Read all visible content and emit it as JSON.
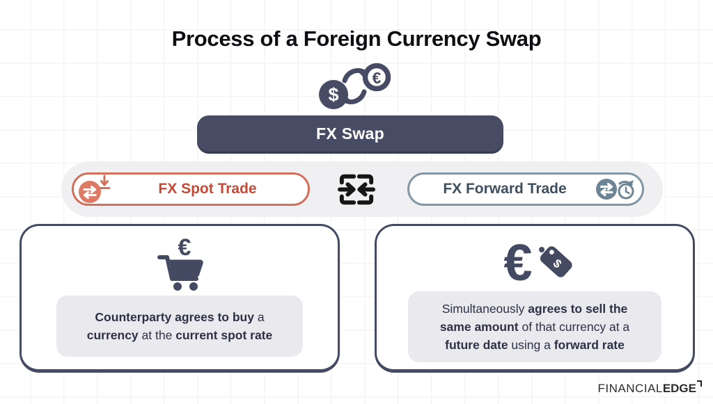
{
  "title": "Process of a Foreign Currency Swap",
  "header_icon": {
    "name": "dollar-euro-cycle-icon",
    "dollar_glyph": "$",
    "euro_glyph": "€"
  },
  "fx_swap": {
    "label": "FX Swap"
  },
  "trade_row": {
    "spot": {
      "label": "FX Spot Trade",
      "icon": "exchange-download-icon"
    },
    "center_icon": "merge-arrows-icon",
    "forward": {
      "label": "FX Forward Trade",
      "icon": "exchange-clock-icon"
    }
  },
  "cards": {
    "spot": {
      "icon": "euro-shopping-cart-icon",
      "euro_glyph": "€",
      "segments": [
        {
          "t": "Counterparty agrees to buy",
          "b": true
        },
        {
          "t": " a",
          "b": false
        },
        {
          "br": true
        },
        {
          "t": "currency",
          "b": true
        },
        {
          "t": " at the ",
          "b": false
        },
        {
          "t": "current spot rate",
          "b": true
        }
      ]
    },
    "forward": {
      "icon": "euro-price-tag-icon",
      "euro_glyph": "€",
      "dollar_glyph": "$",
      "segments": [
        {
          "t": "Simultaneously ",
          "b": false
        },
        {
          "t": "agrees to sell the",
          "b": true
        },
        {
          "br": true
        },
        {
          "t": "same amount",
          "b": true
        },
        {
          "t": " of that currency at a",
          "b": false
        },
        {
          "br": true
        },
        {
          "t": "future date",
          "b": true
        },
        {
          "t": " using a ",
          "b": false
        },
        {
          "t": "forward rate",
          "b": true
        }
      ]
    }
  },
  "logo": {
    "part1": "FINANCIAL",
    "part2": "EDGE"
  },
  "colors": {
    "slate": "#474b63",
    "spot_border": "#d3705c",
    "spot_text": "#c24b38",
    "spot_circle": "#dd7a66",
    "forward_border": "#8296a3",
    "forward_text": "#3d4f5e",
    "forward_circle": "#6d8494",
    "row_bg": "#f0f0f2",
    "note_bg": "#e9e9ee",
    "note_text": "#2d3145",
    "merge_icon": "#161616"
  }
}
